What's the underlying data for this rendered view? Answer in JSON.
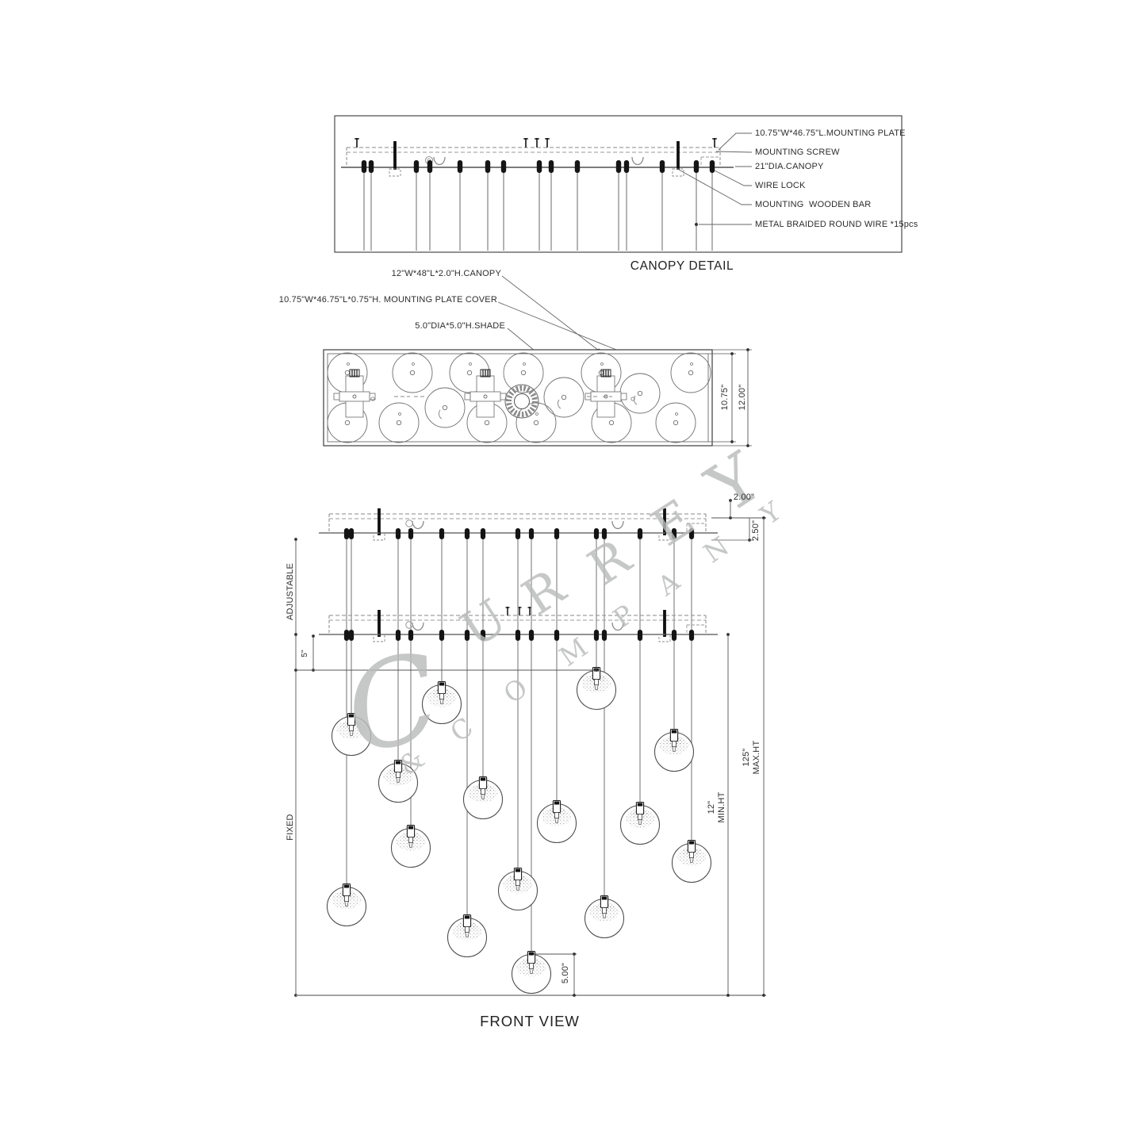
{
  "canopy_detail": {
    "title": "CANOPY DETAIL",
    "callouts": [
      "10.75\"W*46.75\"L.MOUNTING PLATE",
      "MOUNTING SCREW",
      "21\"DIA.CANOPY",
      "WIRE LOCK",
      "MOUNTING  WOODEN BAR",
      "METAL BRAIDED ROUND WIRE *15pcs"
    ]
  },
  "top_view": {
    "labels": [
      "12\"W*48\"L*2.0\"H.CANOPY",
      "10.75\"W*46.75\"L*0.75\"H. MOUNTING PLATE COVER",
      "5.0\"DIA*5.0\"H.SHADE"
    ],
    "dims": {
      "inner_height": "10.75\"",
      "outer_height": "12.00\""
    },
    "shade_count": 15
  },
  "front_view": {
    "title": "FRONT VIEW",
    "left_labels": {
      "adjustable": "ADJUSTABLE",
      "fixed": "FIXED"
    },
    "dims": {
      "ceiling_gap": "2.00\"",
      "canopy_height": "2.50\"",
      "wire_stub": "5\"",
      "min_height_value": "12\"",
      "min_height_text": "MIN.HT",
      "max_height_value": "125\"",
      "max_height_text": "MAX.HT",
      "shade_height": "5.00\""
    },
    "pendant_count": 15
  },
  "watermark": {
    "line1": "CURREY",
    "line2": "& COMPANY"
  }
}
